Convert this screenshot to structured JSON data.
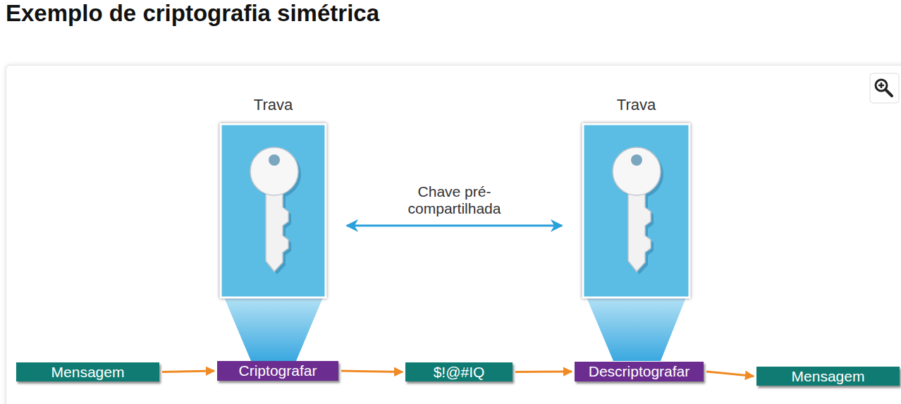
{
  "diagram": {
    "title": "Exemplo de criptografia simétrica",
    "nodes": [
      {
        "text": [
          "Trava"
        ]
      },
      {
        "text": [
          "Trava"
        ]
      },
      {
        "text": [
          "Mensagem"
        ]
      },
      {
        "text": [
          "Criptografar"
        ]
      },
      {
        "text": [
          "$!@#IQ"
        ]
      },
      {
        "text": [
          "Descriptografar"
        ]
      },
      {
        "text": [
          "Mensagem"
        ]
      }
    ],
    "edges": [
      {
        "from": 0,
        "to": 1,
        "arrow": "both",
        "label": "Chave pré-compartilhada"
      },
      {
        "from": 2,
        "to": 3,
        "arrow": "to"
      },
      {
        "from": 3,
        "to": 4,
        "arrow": "to"
      },
      {
        "from": 4,
        "to": 5,
        "arrow": "to"
      },
      {
        "from": 5,
        "to": 6,
        "arrow": "to"
      }
    ]
  }
}
